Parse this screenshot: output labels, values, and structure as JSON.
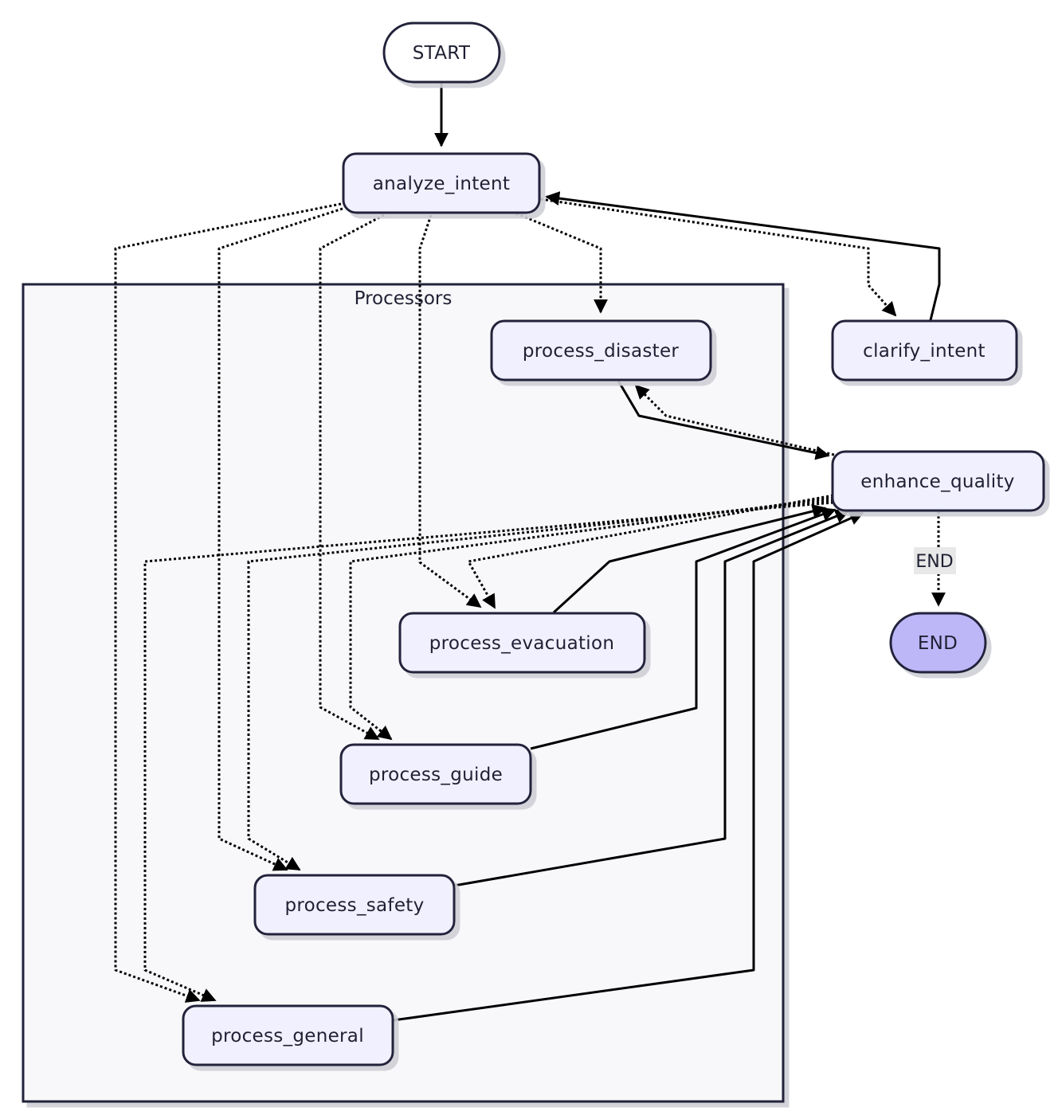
{
  "diagram": {
    "cluster": {
      "label": "Processors"
    },
    "nodes": {
      "start": "START",
      "analyze_intent": "analyze_intent",
      "process_disaster": "process_disaster",
      "clarify_intent": "clarify_intent",
      "enhance_quality": "enhance_quality",
      "process_evacuation": "process_evacuation",
      "process_guide": "process_guide",
      "process_safety": "process_safety",
      "process_general": "process_general",
      "end": "END"
    },
    "edge_labels": {
      "enhance_to_end": "END"
    },
    "colors": {
      "node_fill": "#f1f0ff",
      "node_stroke": "#24243a",
      "end_fill": "#bdb6f7",
      "cluster_fill": "#f8f8fa",
      "edge_label_bg": "#e8e8e8"
    }
  }
}
